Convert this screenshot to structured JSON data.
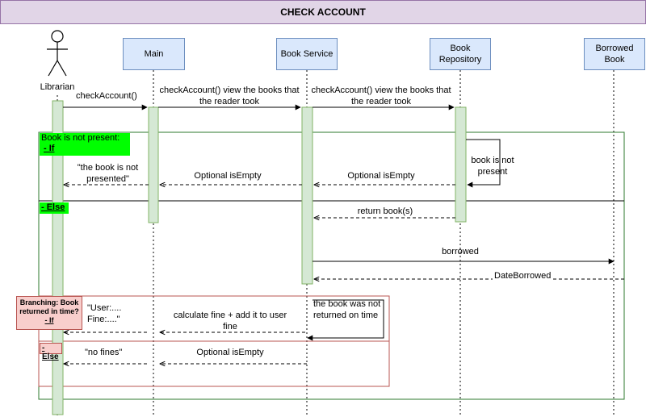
{
  "title": "CHECK ACCOUNT",
  "actor": {
    "label": "Librarian"
  },
  "lifelines": {
    "main": "Main",
    "book_service": "Book Service",
    "book_repository": "Book Repository",
    "borrowed_book": "Borrowed Book"
  },
  "messages": {
    "check_account_1": "checkAccount()",
    "check_account_2": "checkAccount() view the books that the reader took",
    "check_account_3": "checkAccount() view the books that the reader took",
    "book_is_not_present_self": "book is not present",
    "optional_empty_repo": "Optional isEmpty",
    "optional_empty_service": "Optional isEmpty",
    "book_not_presented": "\"the book is not presented\"",
    "return_books": "return book(s)",
    "borrowed": "borrowed",
    "date_borrowed": "DateBorrowed",
    "book_not_returned_self": "the book was not returned on time",
    "calculate_fine": "calculate fine + add it to user fine",
    "user_fine": "\"User:.... Fine:....\"",
    "optional_empty_else": "Optional isEmpty",
    "no_fines": "\"no fines\""
  },
  "fragments": {
    "outer": {
      "condition": "Book is not present:",
      "if": "- If",
      "else": "- Else"
    },
    "inner": {
      "condition": "Branching:  Book returned in time?",
      "if": "- If",
      "else": "- Else"
    }
  },
  "colors": {
    "title_bg": "#e1d5e7",
    "lifeline_box": "#dae8fc",
    "activation": "#d5e8d4",
    "fragment_green": "#00ff00",
    "fragment_red": "#b85450"
  }
}
